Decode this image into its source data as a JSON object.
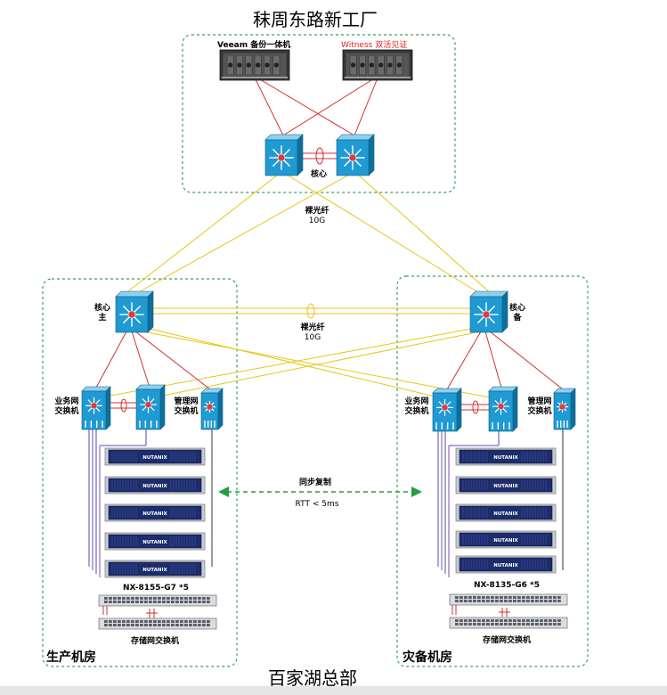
{
  "diagram": {
    "top_title": "秣周东路新工厂",
    "bottom_title": "百家湖总部",
    "top_site": {
      "device_left_label": "Veeam 备份一体机",
      "device_right_label": "Witness 双活见证",
      "core_label": "核心",
      "uplink_label_line1": "裸光纤",
      "uplink_label_line2": "10G"
    },
    "left_room": {
      "name": "生产机房",
      "core_label_line1": "核心",
      "core_label_line2": "主",
      "biz_switch_line1": "业务网",
      "biz_switch_line2": "交换机",
      "mgmt_switch_line1": "管理网",
      "mgmt_switch_line2": "交换机",
      "server_brand": "NUTANIX",
      "server_model": "NX-8155-G7 *5",
      "storage_switch": "存储网交换机"
    },
    "right_room": {
      "name": "灾备机房",
      "core_label_line1": "核心",
      "core_label_line2": "备",
      "biz_switch_line1": "业务网",
      "biz_switch_line2": "交换机",
      "mgmt_switch_line1": "管理网",
      "mgmt_switch_line2": "交换机",
      "server_brand": "NUTANIX",
      "server_model": "NX-8135-G6 *5",
      "storage_switch": "存储网交换机"
    },
    "interlink": {
      "fiber_line1": "裸光纤",
      "fiber_line2": "10G",
      "sync_label": "同步复制",
      "rtt_label": "RTT < 5ms"
    },
    "colors": {
      "zone_border": "#3aa05a",
      "fiber_yellow": "#e6c619",
      "link_red": "#d23030",
      "switch_blue": "#1f9ad2",
      "server_navy": "#1d2c6b",
      "witness_red": "#e02020",
      "sync_arrow": "#22a043",
      "storage_purple": "#7a4fb0"
    }
  }
}
